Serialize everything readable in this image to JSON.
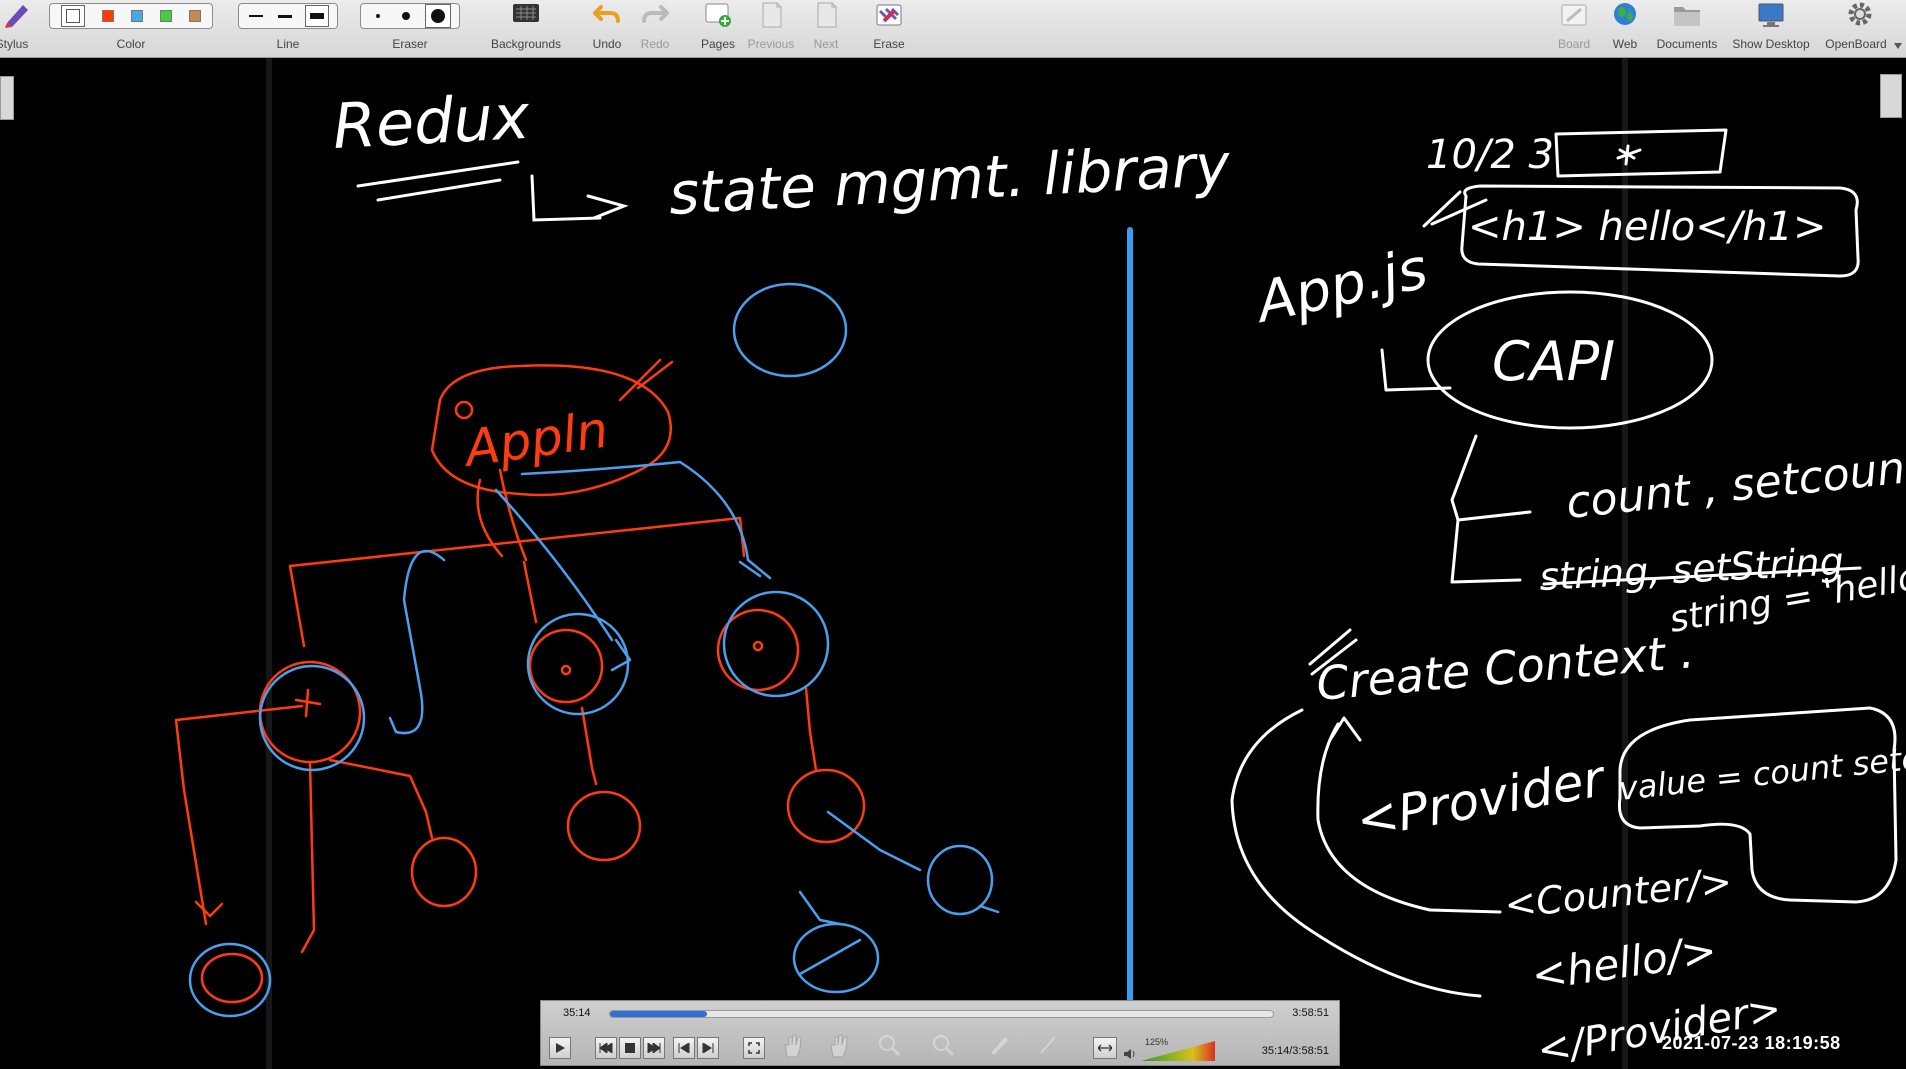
{
  "toolbar": {
    "stylus_label": "Stylus",
    "color_label": "Color",
    "line_label": "Line",
    "eraser_label": "Eraser",
    "backgrounds_label": "Backgrounds",
    "undo_label": "Undo",
    "redo_label": "Redo",
    "pages_label": "Pages",
    "previous_label": "Previous",
    "next_label": "Next",
    "erase_label": "Erase",
    "board_label": "Board",
    "web_label": "Web",
    "documents_label": "Documents",
    "show_desktop_label": "Show Desktop",
    "openboard_label": "OpenBoard",
    "colors": [
      "#ffffff",
      "#ff3b00",
      "#48a8e8",
      "#40d040",
      "#c88850"
    ]
  },
  "whiteboard": {
    "title": "Redux",
    "subtitle": "state mgmt. library",
    "app_node": "Appln",
    "app_file": "App.js",
    "capi_node": "CAPI",
    "tag_text": "<h1> hello</h1>",
    "count_line": "count , setcount",
    "struck_line": "string, setString",
    "string_line": "string = 'hello'",
    "create_context": "Create Context .",
    "provider_open": "<Provider",
    "provider_value": "value = count setcount string >",
    "counter_tag": "<Counter/>",
    "hello_tag": "<hello/>",
    "provider_close": "</Provider>",
    "corner_note": "10/2 3"
  },
  "player": {
    "current_time": "35:14",
    "total_time": "3:58:51",
    "time_readout": "35:14/3:58:51",
    "zoom": "125%",
    "progress": 0.147
  },
  "datestamp": "2021-07-23  18:19:58"
}
